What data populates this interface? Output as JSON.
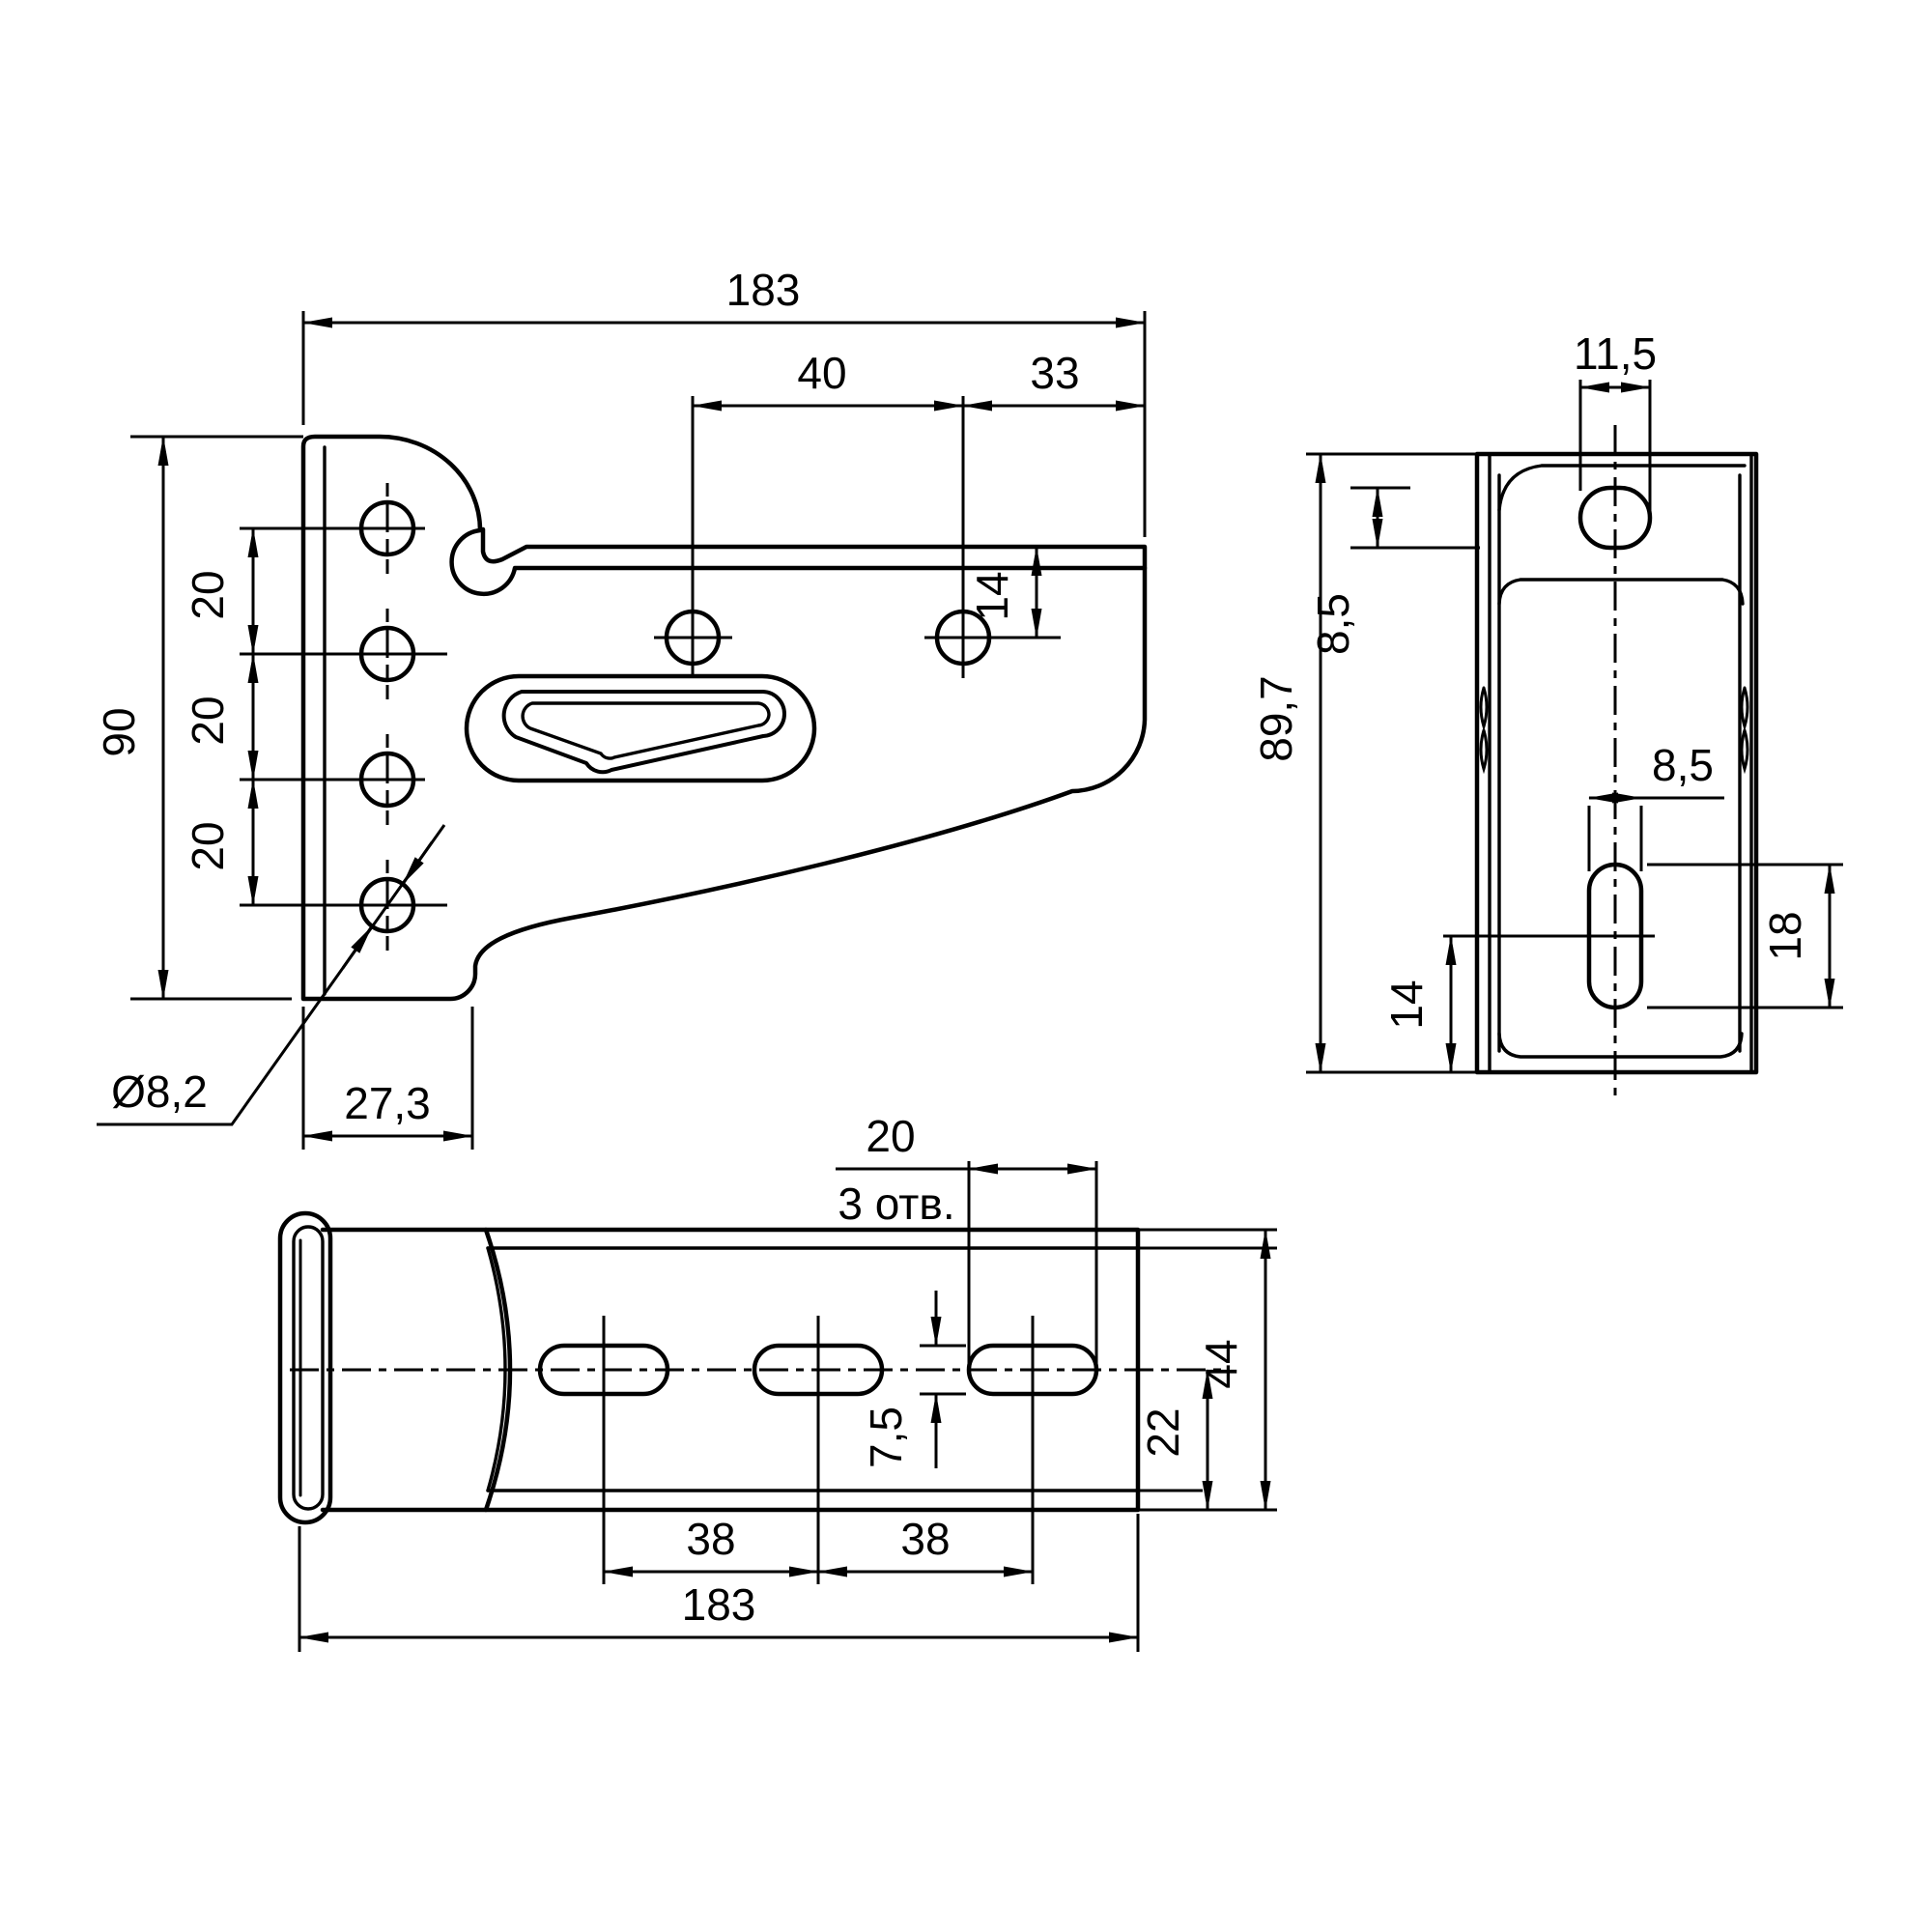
{
  "colors": {
    "ink": "#000000",
    "paper": "#ffffff"
  },
  "views": {
    "front": {
      "dims": {
        "overall_width": "183",
        "arm_hole_pitch": "40",
        "arm_edge_offset": "33",
        "plate_height": "90",
        "hole_pitch_1": "20",
        "hole_pitch_2": "20",
        "hole_pitch_3": "20",
        "arm_hole_drop": "14",
        "plate_hole_dia": "Ø8,2",
        "foot_width": "27,3"
      }
    },
    "side": {
      "dims": {
        "top_slot_width": "11,5",
        "top_slot_height": "8,5",
        "overall_height": "89,7",
        "bottom_slot_width": "8,5",
        "bottom_slot_height": "18",
        "bottom_slot_offset": "14"
      }
    },
    "bottom": {
      "dims": {
        "slot_length": "20",
        "slot_count_note": "3 отв.",
        "slot_width": "7,5",
        "slot_pitch_1": "38",
        "slot_pitch_2": "38",
        "overall_length": "183",
        "center_offset": "22",
        "overall_width": "44"
      }
    }
  }
}
